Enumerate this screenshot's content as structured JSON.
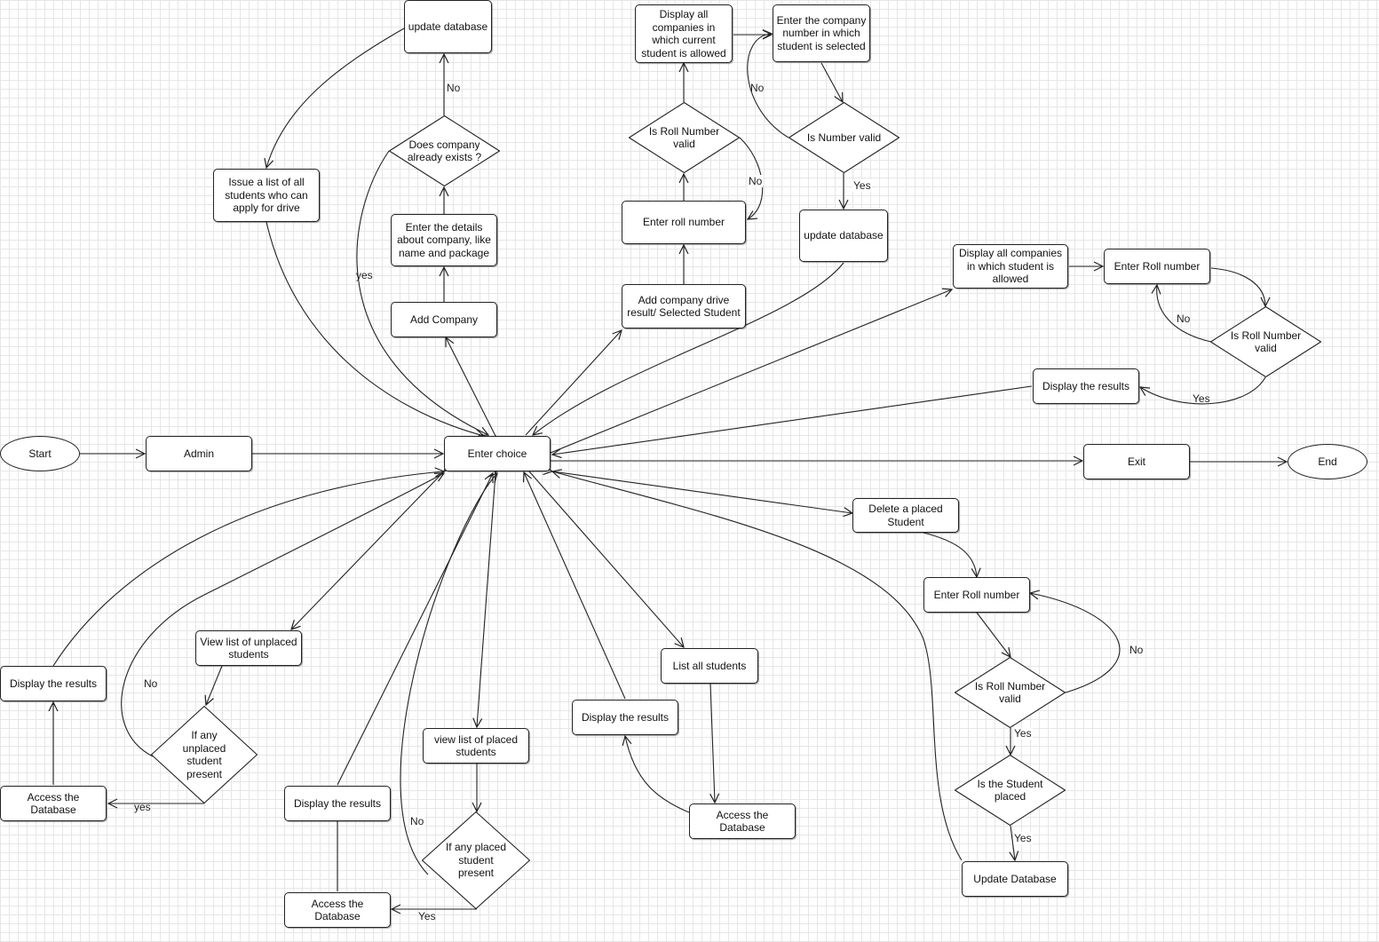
{
  "nodes": {
    "start": "Start",
    "admin": "Admin",
    "enter_choice": "Enter choice",
    "exit": "Exit",
    "end": "End",
    "update_db_top": "update database",
    "company_exists": "Does company already exists ?",
    "enter_details": "Enter the details about company, like name and package",
    "add_company": "Add Company",
    "issue_list": "Issue a list of all students who can apply for drive",
    "display_all_companies_current": "Display all companies in which current student is allowed",
    "roll_valid_1": "Is Roll Number valid",
    "enter_roll_1": "Enter roll number",
    "add_drive_result": "Add company drive result/ Selected Student",
    "enter_company_number": "Enter the company number in which student is selected",
    "is_number_valid": "Is Number valid",
    "update_db_2": "update database",
    "display_companies_allowed": "Display all companies in which student is allowed",
    "enter_roll_2": "Enter Roll number",
    "roll_valid_2": "Is Roll Number valid",
    "display_results_1": "Display the results",
    "delete_placed": "Delete a placed Student",
    "enter_roll_3": "Enter Roll number",
    "roll_valid_3": "Is Roll Number valid",
    "student_placed": "Is the Student placed",
    "update_db_3": "Update Database",
    "list_all": "List all students",
    "access_db_list": "Access the Database",
    "display_results_list": "Display the results",
    "view_placed": "view list of placed students",
    "any_placed": "If any placed student present",
    "access_db_placed": "Access the Database",
    "display_results_placed": "Display the results",
    "view_unplaced": "View list of unplaced students",
    "any_unplaced": "If any unplaced student present",
    "access_db_unplaced": "Access the Database",
    "display_results_unplaced": "Display the results"
  },
  "edge_labels": {
    "no_company": "No",
    "yes_company": "yes",
    "no_roll_1": "No",
    "no_number": "No",
    "yes_number": "Yes",
    "no_roll_2": "No",
    "yes_roll_2": "Yes",
    "no_roll_3": "No",
    "yes_roll_3": "Yes",
    "yes_placed": "Yes",
    "no_unplaced": "No",
    "yes_unplaced": "yes",
    "no_placed": "No",
    "yes_any_placed": "Yes"
  },
  "colors": {
    "line": "#222222",
    "grid": "#e6e6e6",
    "fill": "#ffffff"
  }
}
